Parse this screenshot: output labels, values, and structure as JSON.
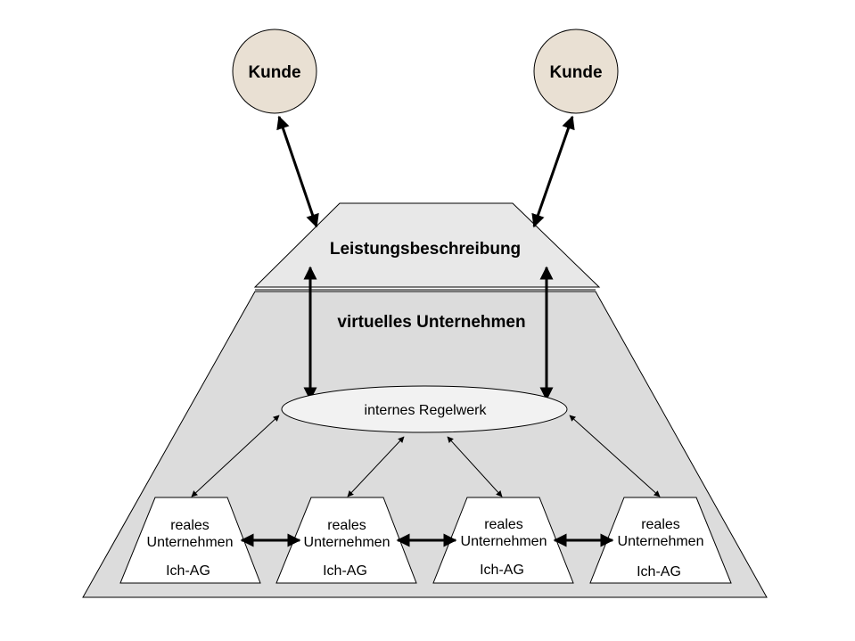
{
  "customers": [
    {
      "label": "Kunde"
    },
    {
      "label": "Kunde"
    }
  ],
  "service_description": {
    "label": "Leistungsbeschreibung"
  },
  "virtual_enterprise": {
    "label": "virtuelles Unternehmen"
  },
  "internal_rules": {
    "label": "internes Regelwerk"
  },
  "companies": [
    {
      "line1": "reales",
      "line2": "Unternehmen",
      "line3": "Ich-AG"
    },
    {
      "line1": "reales",
      "line2": "Unternehmen",
      "line3": "Ich-AG"
    },
    {
      "line1": "reales",
      "line2": "Unternehmen",
      "line3": "Ich-AG"
    },
    {
      "line1": "reales",
      "line2": "Unternehmen",
      "line3": "Ich-AG"
    }
  ],
  "colors": {
    "customer_fill": "#e9e0d3",
    "service_fill": "#e8e8e8",
    "enterprise_fill": "#dcdcdc",
    "rules_fill": "#f2f2f2",
    "company_fill": "#ffffff",
    "stroke": "#000000"
  }
}
